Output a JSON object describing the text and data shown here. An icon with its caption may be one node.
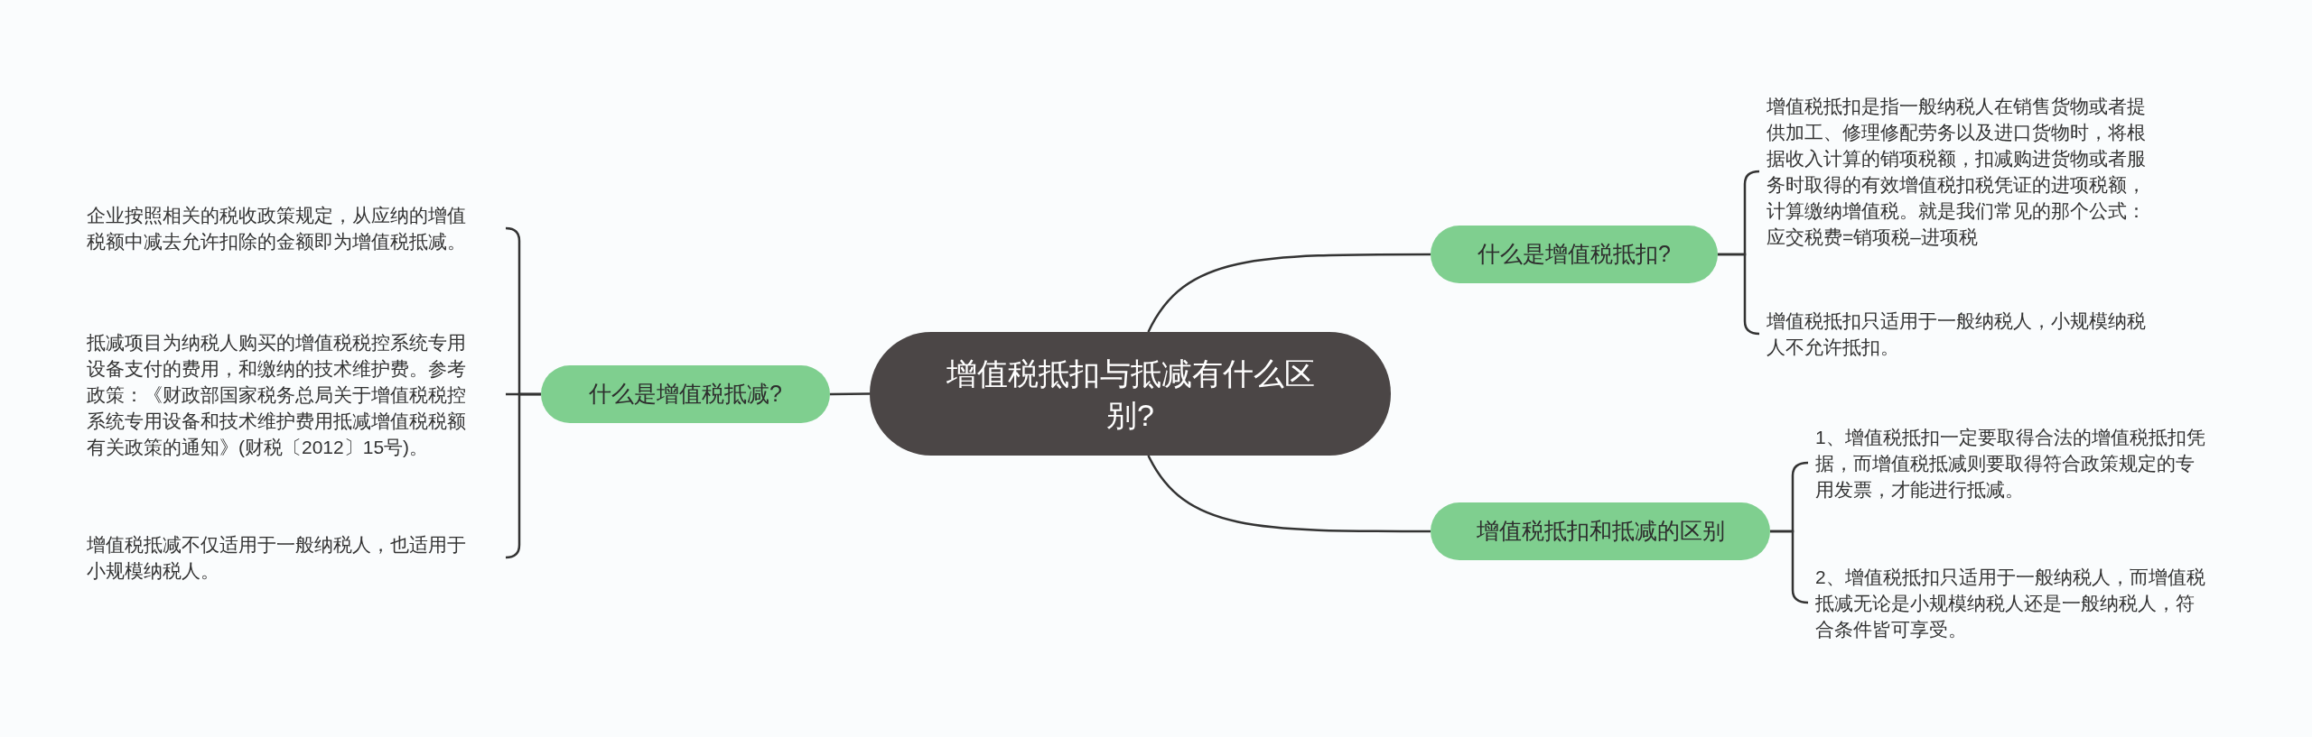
{
  "diagram": {
    "nodes": [
      {
        "text": [
          "增值税抵扣与抵减有什么区别?"
        ]
      },
      {
        "text": [
          "什么是增值税抵扣?"
        ]
      },
      {
        "text": [
          "增值税抵扣是指一般纳税人在销售货物或者提供加工、修理修配劳务以及进口货物时，将根据收入计算的销项税额，扣减购进货物或者服务时取得的有效增值税扣税凭证的进项税额，计算缴纳增值税。就是我们常见的那个公式：应交税费=销项税–进项税"
        ]
      },
      {
        "text": [
          "增值税抵扣只适用于一般纳税人，小规模纳税人不允许抵扣。"
        ]
      },
      {
        "text": [
          "增值税抵扣和抵减的区别"
        ]
      },
      {
        "text": [
          "1、增值税抵扣一定要取得合法的增值税抵扣凭据，而增值税抵减则要取得符合政策规定的专用发票，才能进行抵减。"
        ]
      },
      {
        "text": [
          "2、增值税抵扣只适用于一般纳税人，而增值税抵减无论是小规模纳税人还是一般纳税人，符合条件皆可享受。"
        ]
      },
      {
        "text": [
          "什么是增值税抵减?"
        ]
      },
      {
        "text": [
          "企业按照相关的税收政策规定，从应纳的增值税额中减去允许扣除的金额即为增值税抵减。"
        ]
      },
      {
        "text": [
          "抵减项目为纳税人购买的增值税税控系统专用设备支付的费用，和缴纳的技术维护费。参考政策：《财政部国家税务总局关于增值税税控系统专用设备和技术维护费用抵减增值税税额有关政策的通知》(财税〔2012〕15号)。"
        ]
      },
      {
        "text": [
          "增值税抵减不仅适用于一般纳税人，也适用于小规模纳税人。"
        ]
      }
    ],
    "edges": [
      {
        "from": 0,
        "to": 1,
        "arrow": "none"
      },
      {
        "from": 1,
        "to": 2,
        "arrow": "none"
      },
      {
        "from": 1,
        "to": 3,
        "arrow": "none"
      },
      {
        "from": 0,
        "to": 4,
        "arrow": "none"
      },
      {
        "from": 4,
        "to": 5,
        "arrow": "none"
      },
      {
        "from": 4,
        "to": 6,
        "arrow": "none"
      },
      {
        "from": 0,
        "to": 7,
        "arrow": "none"
      },
      {
        "from": 7,
        "to": 8,
        "arrow": "none"
      },
      {
        "from": 7,
        "to": 9,
        "arrow": "none"
      },
      {
        "from": 7,
        "to": 10,
        "arrow": "none"
      }
    ]
  }
}
